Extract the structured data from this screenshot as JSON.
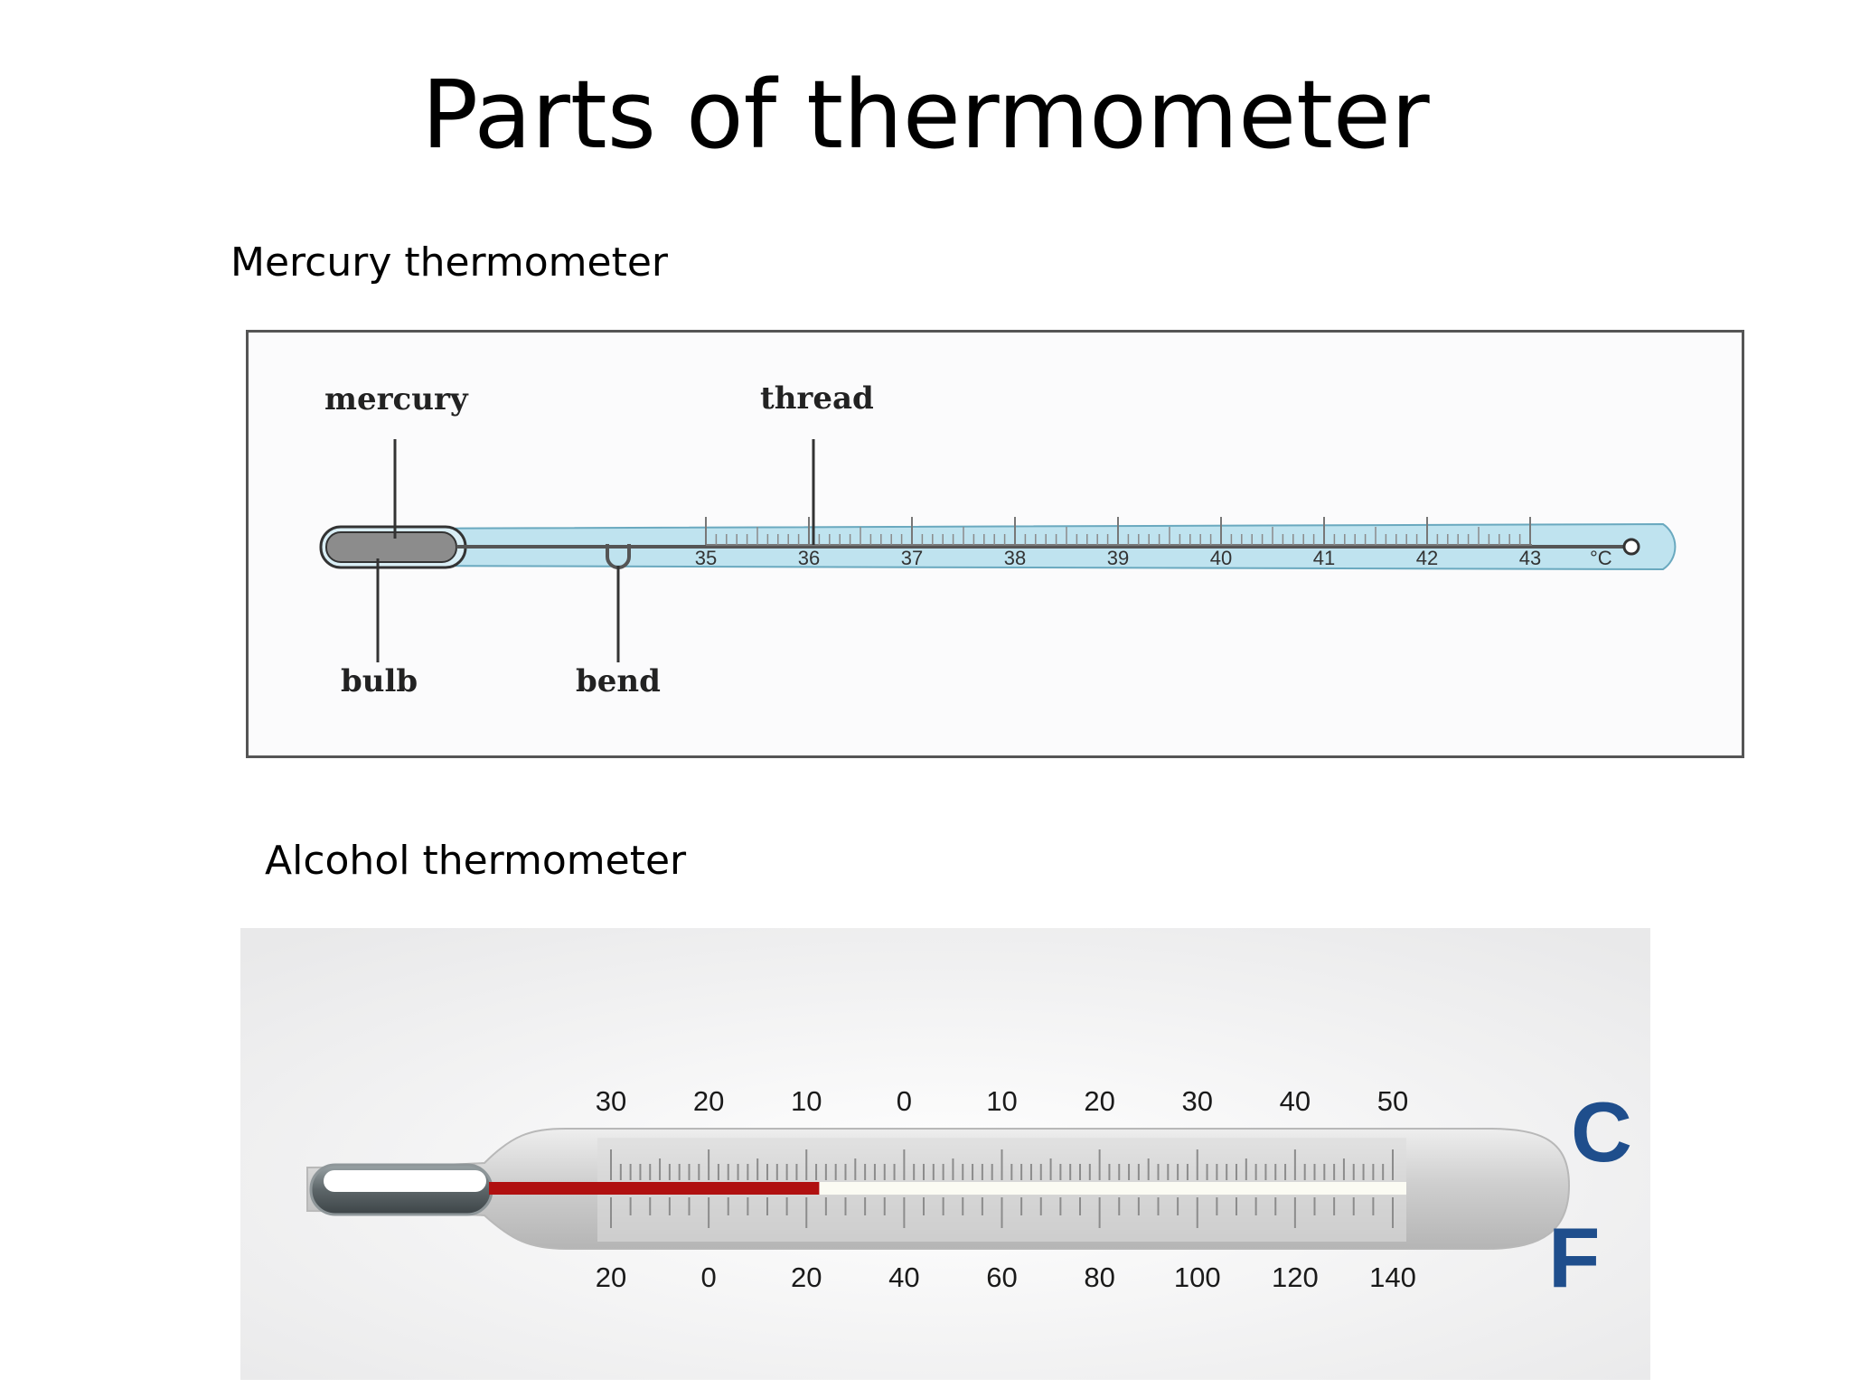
{
  "title": "Parts of thermometer",
  "mercury_section": {
    "heading": "Mercury thermometer",
    "labels": {
      "mercury": "mercury",
      "thread": "thread",
      "bulb": "bulb",
      "bend": "bend"
    },
    "scale": {
      "values": [
        "35",
        "36",
        "37",
        "38",
        "39",
        "40",
        "41",
        "42",
        "43"
      ],
      "unit": "°C"
    },
    "colors": {
      "glass": "#bfe3ef",
      "mercury": "#8c8c8c"
    }
  },
  "alcohol_section": {
    "heading": "Alcohol thermometer",
    "celsius_values": [
      "30",
      "20",
      "10",
      "0",
      "10",
      "20",
      "30",
      "40",
      "50"
    ],
    "fahrenheit_values": [
      "20",
      "0",
      "20",
      "40",
      "60",
      "80",
      "100",
      "120",
      "140"
    ],
    "celsius_unit": "C",
    "fahrenheit_unit": "F",
    "liquid_level_fraction": 0.36,
    "colors": {
      "liquid": "#b01010",
      "unit_letters": "#1f4e8c"
    }
  }
}
